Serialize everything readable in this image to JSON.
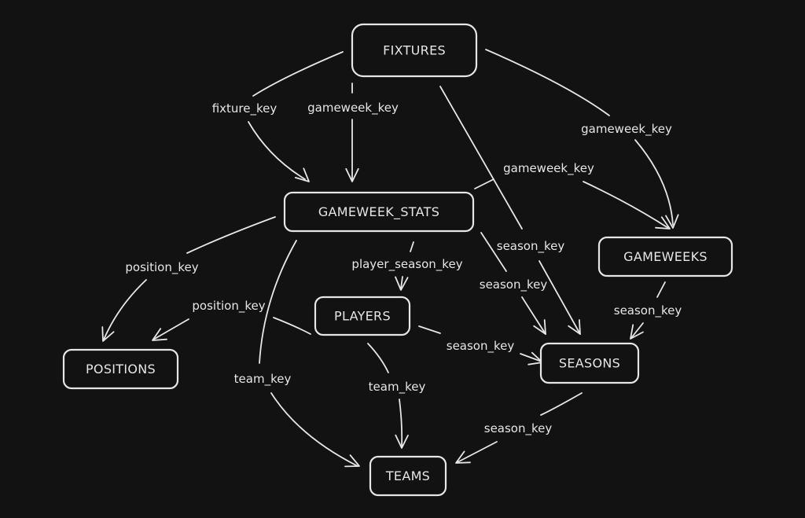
{
  "diagram": {
    "background": "#121212",
    "stroke_color": "#e6e6e6",
    "nodes": [
      {
        "id": "fixtures",
        "label": "FIXTURES"
      },
      {
        "id": "gameweek_stats",
        "label": "GAMEWEEK_STATS"
      },
      {
        "id": "gameweeks",
        "label": "GAMEWEEKS"
      },
      {
        "id": "players",
        "label": "PLAYERS"
      },
      {
        "id": "positions",
        "label": "POSITIONS"
      },
      {
        "id": "seasons",
        "label": "SEASONS"
      },
      {
        "id": "teams",
        "label": "TEAMS"
      }
    ],
    "edges": [
      {
        "id": "e1",
        "from": "fixtures",
        "to": "gameweek_stats",
        "label": "fixture_key"
      },
      {
        "id": "e2",
        "from": "fixtures",
        "to": "gameweek_stats",
        "label": "gameweek_key"
      },
      {
        "id": "e3",
        "from": "fixtures",
        "to": "gameweeks",
        "label": "gameweek_key"
      },
      {
        "id": "e4",
        "from": "fixtures",
        "to": "seasons",
        "label": "season_key"
      },
      {
        "id": "e5",
        "from": "gameweek_stats",
        "to": "gameweeks",
        "label": "gameweek_key"
      },
      {
        "id": "e6",
        "from": "gameweek_stats",
        "to": "seasons",
        "label": "season_key"
      },
      {
        "id": "e7",
        "from": "gameweek_stats",
        "to": "players",
        "label": "player_season_key"
      },
      {
        "id": "e8",
        "from": "gameweek_stats",
        "to": "positions",
        "label": "position_key"
      },
      {
        "id": "e9",
        "from": "players",
        "to": "positions",
        "label": "position_key"
      },
      {
        "id": "e10",
        "from": "gameweek_stats",
        "to": "teams",
        "label": "team_key"
      },
      {
        "id": "e11",
        "from": "players",
        "to": "teams",
        "label": "team_key"
      },
      {
        "id": "e12",
        "from": "players",
        "to": "seasons",
        "label": "season_key"
      },
      {
        "id": "e13",
        "from": "gameweeks",
        "to": "seasons",
        "label": "season_key"
      },
      {
        "id": "e14",
        "from": "seasons",
        "to": "teams",
        "label": "season_key"
      }
    ]
  }
}
